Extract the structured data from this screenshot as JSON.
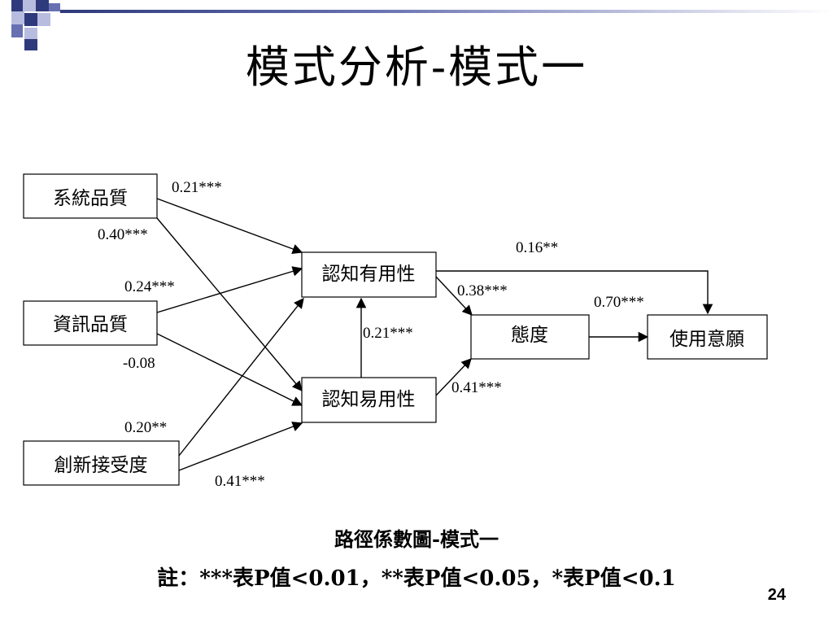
{
  "slide": {
    "title": "模式分析-模式一",
    "caption": "路徑係數圖-模式一",
    "note": "註：***表P值<0.01，**表P值<0.05，*表P值<0.1",
    "page_number": "24"
  },
  "colors": {
    "deco_navy": "#2f3a7c",
    "deco_light": "#b8bde0",
    "deco_mid": "#6770b0"
  },
  "diagram": {
    "nodes": {
      "system_quality": "系統品質",
      "info_quality": "資訊品質",
      "innovation": "創新接受度",
      "usefulness": "認知有用性",
      "ease_of_use": "認知易用性",
      "attitude": "態度",
      "intention": "使用意願"
    },
    "edges": [
      {
        "id": "sys_useful",
        "from": "system_quality",
        "to": "usefulness",
        "coef": "0.21***"
      },
      {
        "id": "sys_ease",
        "from": "system_quality",
        "to": "ease_of_use",
        "coef": "0.40***"
      },
      {
        "id": "info_useful",
        "from": "info_quality",
        "to": "usefulness",
        "coef": "0.24***"
      },
      {
        "id": "info_ease",
        "from": "info_quality",
        "to": "ease_of_use",
        "coef": "-0.08"
      },
      {
        "id": "innov_useful",
        "from": "innovation",
        "to": "usefulness",
        "coef": "0.20**"
      },
      {
        "id": "innov_ease",
        "from": "innovation",
        "to": "ease_of_use",
        "coef": "0.41***"
      },
      {
        "id": "ease_useful",
        "from": "ease_of_use",
        "to": "usefulness",
        "coef": "0.21***"
      },
      {
        "id": "useful_att",
        "from": "usefulness",
        "to": "attitude",
        "coef": "0.38***"
      },
      {
        "id": "ease_att",
        "from": "ease_of_use",
        "to": "attitude",
        "coef": "0.41***"
      },
      {
        "id": "useful_int",
        "from": "usefulness",
        "to": "intention",
        "coef": "0.16**"
      },
      {
        "id": "att_int",
        "from": "attitude",
        "to": "intention",
        "coef": "0.70***"
      }
    ]
  }
}
